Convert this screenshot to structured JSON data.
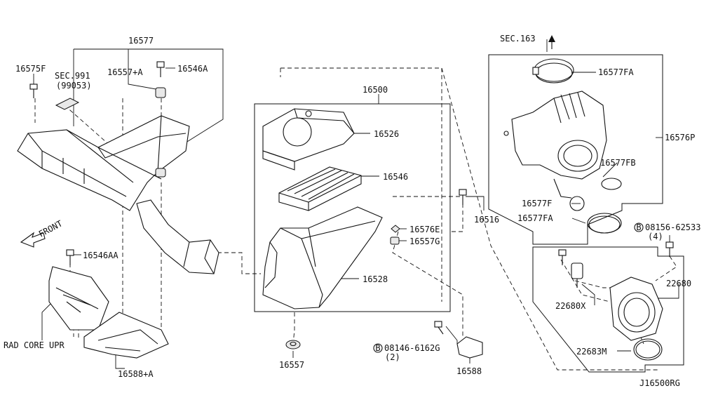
{
  "diagram": {
    "code": "J16500RG",
    "front_label": "FRONT",
    "labels": {
      "p16577": "16577",
      "p16575f": "16575F",
      "sec991": "SEC.991",
      "sec991_sub": "(99053)",
      "p16557a": "16557+A",
      "p16546a": "16546A",
      "p16500": "16500",
      "p16526": "16526",
      "p16546": "16546",
      "p16516": "16516",
      "p16576e": "16576E",
      "p16557g": "16557G",
      "p16528": "16528",
      "p16546aa": "16546AA",
      "radcore": "RAD CORE UPR",
      "p16588a": "16588+A",
      "p16557": "16557",
      "b08146": "08146-6162G",
      "b08146_qty": "(2)",
      "p16588": "16588",
      "sec163": "SEC.163",
      "p16577fa_top": "16577FA",
      "p16576p": "16576P",
      "p16577fb": "16577FB",
      "p16577f": "16577F",
      "p16577fa_mid": "16577FA",
      "b08156": "08156-62533",
      "b08156_qty": "(4)",
      "p22680": "22680",
      "p22680x": "22680X",
      "p22683m": "22683M"
    },
    "bolt_marker": "B"
  }
}
